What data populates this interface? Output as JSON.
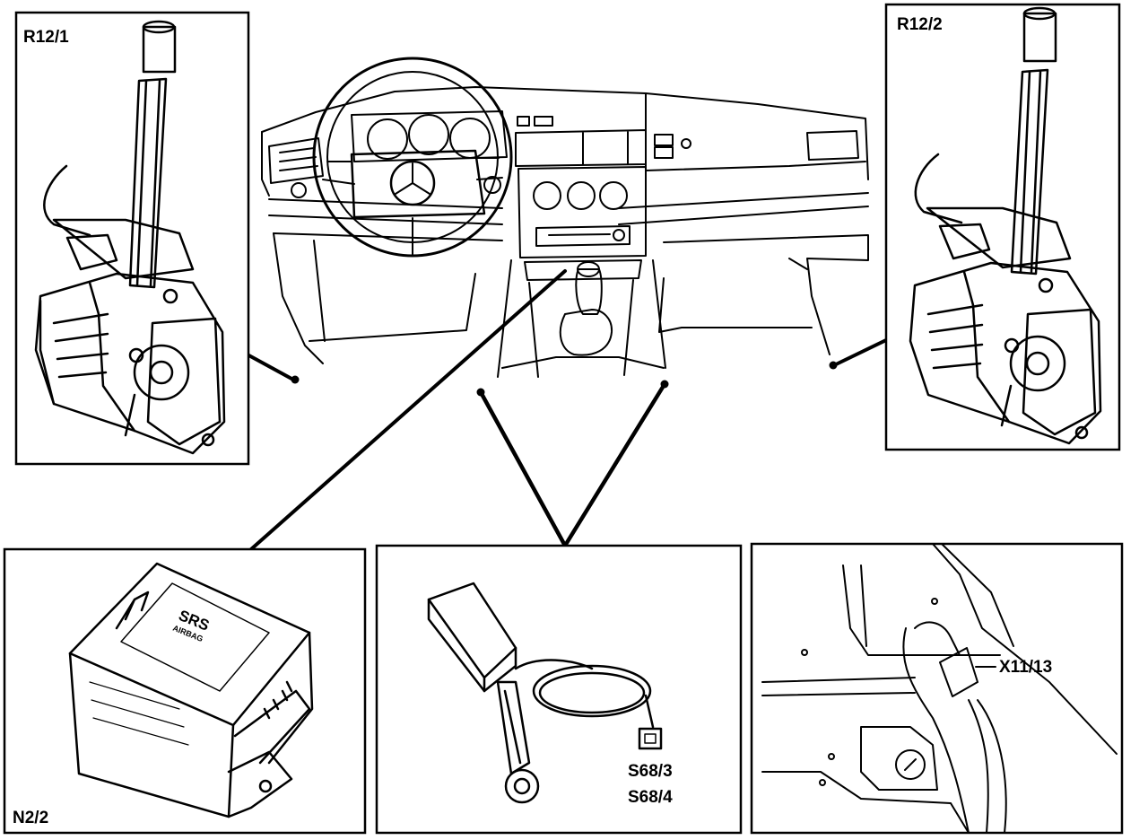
{
  "labels": {
    "r12_1": "R12/1",
    "r12_2": "R12/2",
    "n2_2": "N2/2",
    "x11_13": "X11/13",
    "s68_3": "S68/3",
    "s68_4": "S68/4",
    "srs_line1": "SRS",
    "srs_line2": "AIRBAG"
  },
  "colors": {
    "ink": "#000000",
    "paper": "#ffffff"
  }
}
